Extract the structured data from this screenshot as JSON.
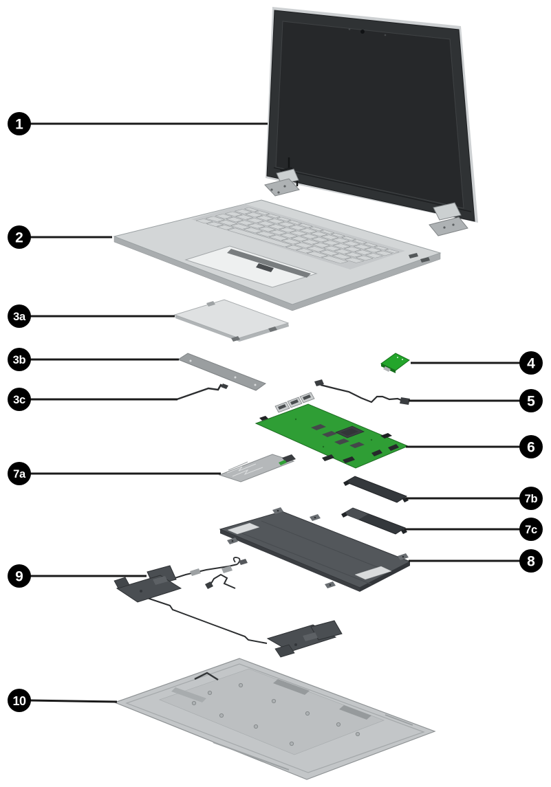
{
  "figure": {
    "kind": "exploded-parts-diagram",
    "device": "convertible-laptop",
    "items_count": 14
  },
  "colors": {
    "background": "#ffffff",
    "callout_bg": "#000000",
    "callout_text": "#ffffff",
    "leader_line": "#1a1a1a",
    "display_bezel": "#2f3234",
    "screen": "#26282a",
    "chassis_silver": "#d3d6d7",
    "touchpad_silver": "#dfe1e2",
    "bracket_gray": "#9a9ea0",
    "wlan_green": "#23a52b",
    "pcb_green": "#2f9e35",
    "chip_gray": "#3b3e41",
    "ssd_gray": "#b5b8ba",
    "bracket_dark": "#34383c",
    "battery_gray": "#53575b",
    "speaker_gray": "#4a4e52",
    "base_gray": "#c3c6c8"
  },
  "callouts": [
    {
      "label": "1",
      "part": "display-assembly"
    },
    {
      "label": "2",
      "part": "top-cover-with-keyboard"
    },
    {
      "label": "3a",
      "part": "touchpad"
    },
    {
      "label": "3b",
      "part": "touchpad-bracket"
    },
    {
      "label": "3c",
      "part": "touchpad-cable"
    },
    {
      "label": "4",
      "part": "wireless-module"
    },
    {
      "label": "5",
      "part": "cable"
    },
    {
      "label": "6",
      "part": "system-board"
    },
    {
      "label": "7a",
      "part": "solid-state-drive"
    },
    {
      "label": "7b",
      "part": "bracket-upper"
    },
    {
      "label": "7c",
      "part": "bracket-lower"
    },
    {
      "label": "8",
      "part": "battery"
    },
    {
      "label": "9",
      "part": "speakers"
    },
    {
      "label": "10",
      "part": "bottom-cover"
    }
  ]
}
